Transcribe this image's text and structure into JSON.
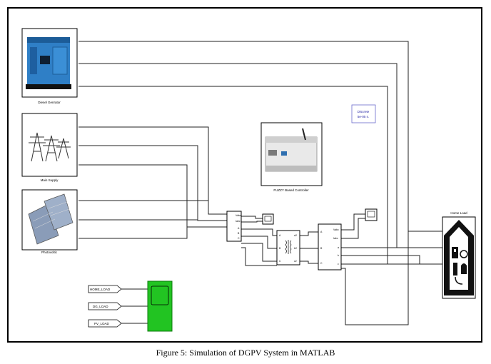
{
  "caption": "Figure 5: Simulation of DGPV System in MATLAB",
  "blocks": {
    "diesel_generator": "Diesel Genrator",
    "main_supply": "Main Supply",
    "photovoltaic": "Photovoltic",
    "fuzzy_controller": "FUZZY Based Controller",
    "home_load": "Home Load",
    "discrete_line1": "Discrete",
    "discrete_line2": "5e-05 s."
  },
  "meas1": {
    "port1": "Vabc",
    "port2": "Iabc",
    "a": "A",
    "b": "B",
    "c": "C"
  },
  "transformer": {
    "in_a": "A",
    "in_b": "B",
    "in_c": "C",
    "out_a": "a2",
    "out_b": "b2",
    "out_c": "c2"
  },
  "meas2": {
    "in_a": "A",
    "in_b": "B",
    "in_c": "C",
    "out1": "Vabc",
    "out2": "Iabc",
    "out_a": "a",
    "out_b": "b",
    "out_c": "c"
  },
  "goto_tags": [
    "HOME_LOAD",
    "DG_LOAD",
    "PV_LOAD"
  ],
  "colors": {
    "scope_green": "#22c422",
    "discrete_text": "#1a1aa0"
  }
}
